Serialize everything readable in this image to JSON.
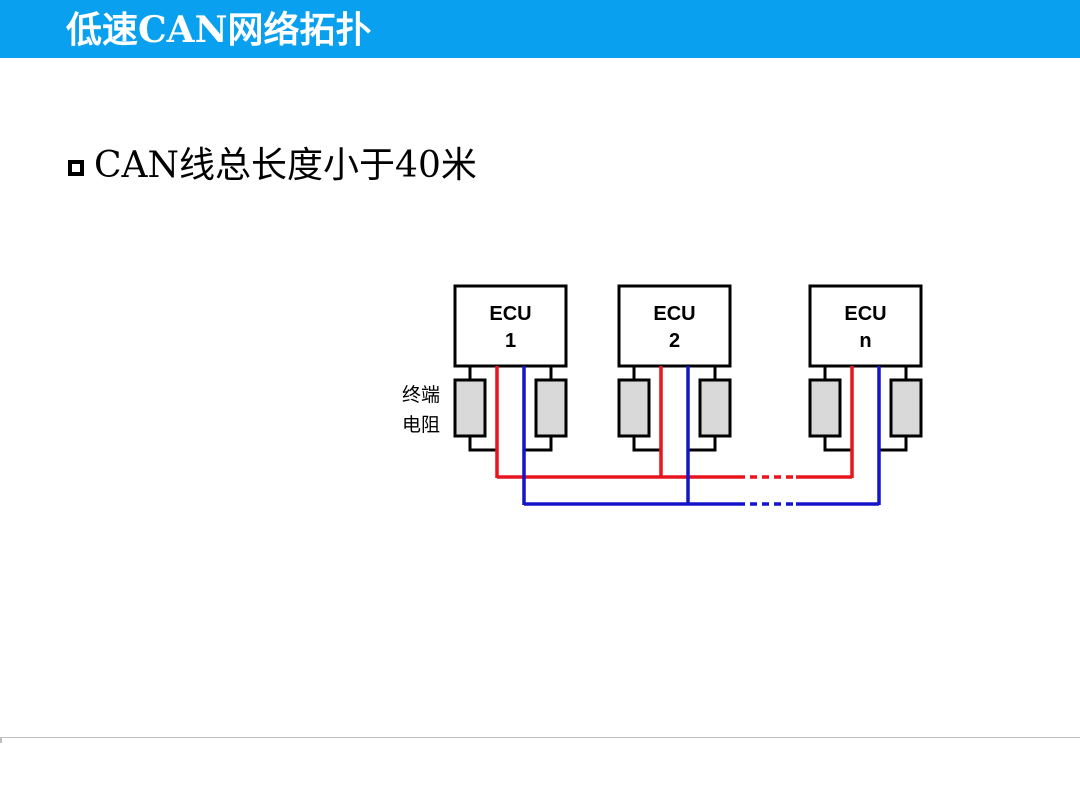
{
  "slide": {
    "title": "低速CAN网络拓扑",
    "bullet": "CAN线总长度小于40米"
  },
  "diagram": {
    "resistor_label_line1": "终端",
    "resistor_label_line2": "电阻",
    "ecus": [
      {
        "name": "ECU",
        "id": "1"
      },
      {
        "name": "ECU",
        "id": "2"
      },
      {
        "name": "ECU",
        "id": "n"
      }
    ],
    "colors": {
      "can_high": "#e8141e",
      "can_low": "#1414c8",
      "resistor_fill": "#d9d9d9",
      "title_bar": "#0aa0f0"
    }
  }
}
